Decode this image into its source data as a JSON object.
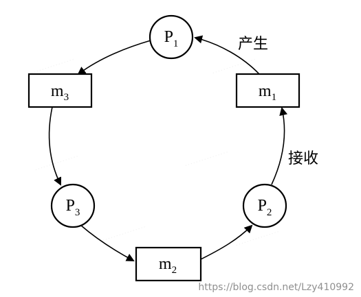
{
  "nodes": {
    "p1": {
      "main": "P",
      "sub": "1"
    },
    "p2": {
      "main": "P",
      "sub": "2"
    },
    "p3": {
      "main": "P",
      "sub": "3"
    },
    "m1": {
      "main": "m",
      "sub": "1"
    },
    "m2": {
      "main": "m",
      "sub": "2"
    },
    "m3": {
      "main": "m",
      "sub": "3"
    }
  },
  "edge_labels": {
    "produce": "产生",
    "receive": "接收"
  },
  "watermark": {
    "url": "https://blog.csdn.net/Lzy410992"
  },
  "colors": {
    "stroke": "#000000",
    "background": "#ffffff",
    "watermark": "#8f8f8f"
  }
}
